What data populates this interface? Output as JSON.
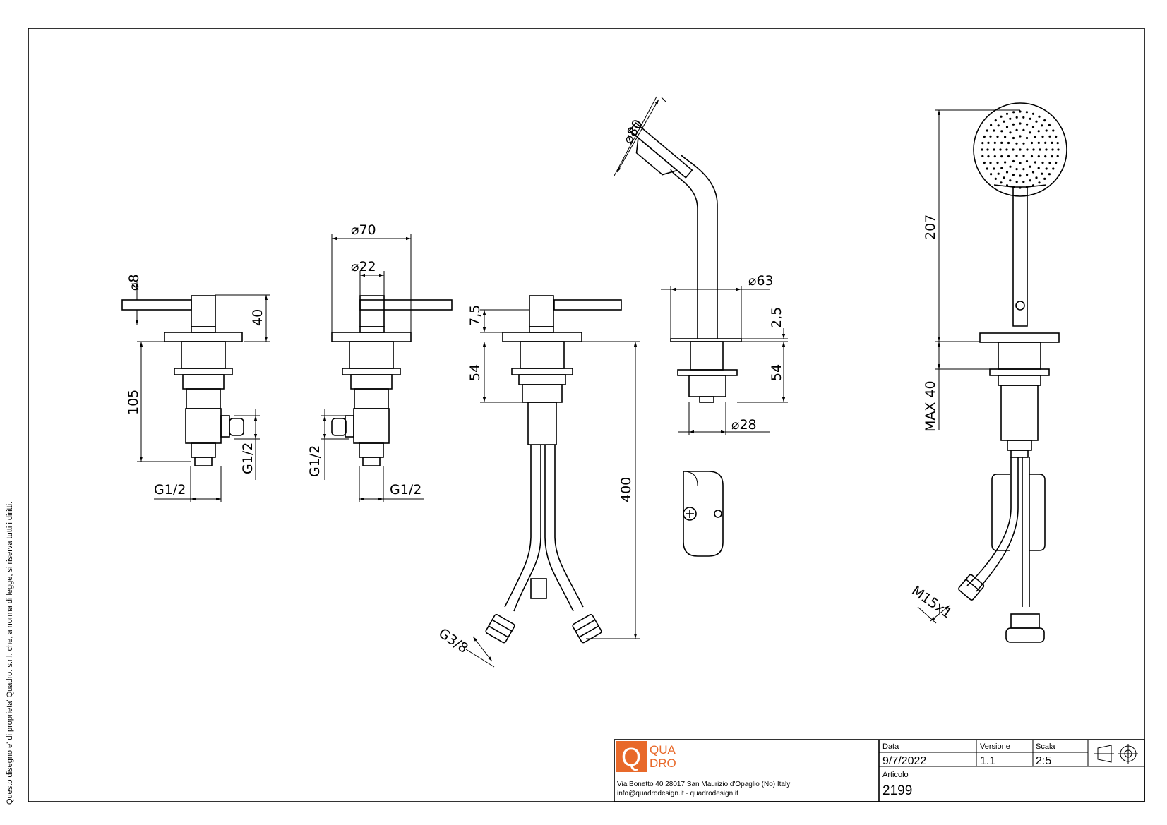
{
  "side_note": "Questo disegno e' di proprieta' Quadro. s.r.l. che, a norma di legge, si riserva tutti i diritti.",
  "dimensions": {
    "d8": "8",
    "h40": "40",
    "h105": "105",
    "g12_left_bottom": "G1/2",
    "g12_left_side": "G1/2",
    "d70": "70",
    "d22": "22",
    "g12_mid_side": "G1/2",
    "g12_mid_bottom": "G1/2",
    "h7_5": "7,5",
    "h54_spout": "54",
    "h400": "400",
    "g38": "G3/8",
    "d80": "80",
    "d63": "63",
    "h2_5": "2,5",
    "h54_holder": "54",
    "d28": "28",
    "h207": "207",
    "max40": "MAX 40",
    "m15x1": "M15x1"
  },
  "title_block": {
    "logo_letter": "Q",
    "logo_line1": "QUA",
    "logo_line2": "DRO",
    "address": "Via Bonetto 40  28017 San Maurizio d'Opaglio (No) Italy",
    "contacts": "info@quadrodesign.it  -  quadrodesign.it",
    "date_label": "Data",
    "date_value": "9/7/2022",
    "version_label": "Versione",
    "version_value": "1.1",
    "scale_label": "Scala",
    "scale_value": "2:5",
    "article_label": "Articolo",
    "article_value": "2199",
    "brand_color": "#e8692a"
  }
}
